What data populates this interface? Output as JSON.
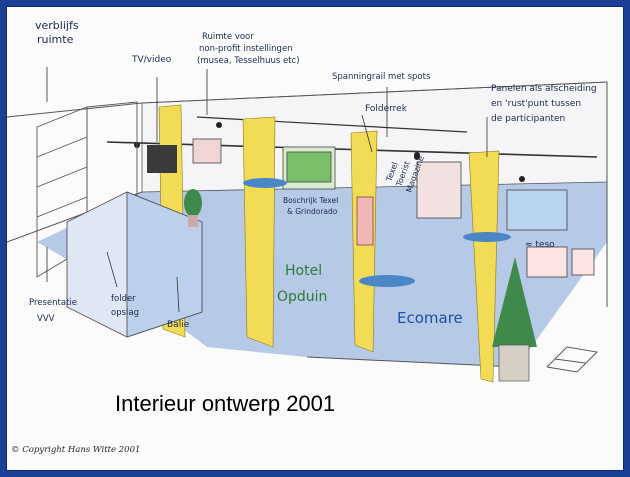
{
  "annotations": {
    "verblijfs_line1": "verblijfs",
    "verblijfs_line2": "ruimte",
    "tv_video": "TV/video",
    "ruimte_line1": "Ruimte voor",
    "ruimte_line2": "non-profit instellingen",
    "ruimte_line3": "(musea, Tesselhuus etc)",
    "spanningrail": "Spanningrail met spots",
    "folderrek": "Folderrek",
    "panelen_line1": "Panelen als afscheiding",
    "panelen_line2": "en 'rust'punt tussen",
    "panelen_line3": "de participanten",
    "presentatie_line1": "Presentatie",
    "presentatie_line2": "VVV",
    "folder_line1": "folder",
    "folder_line2": "opslag",
    "balie": "Balie",
    "boschrijk_line1": "Boschrijk Texel",
    "boschrijk_line2": "& Grindorado",
    "texel_line1": "Texel",
    "texel_line2": "Toerist",
    "texel_line3": "Magazine",
    "hotel": "Hotel",
    "opduin": "Opduin",
    "ecomare": "Ecomare",
    "teso": "≈ teso"
  },
  "caption": "Interieur ontwerp 2001",
  "copyright": "© Copyright Hans Witte 2001",
  "colors": {
    "frame": "#1a3f94",
    "floor_blue": "#9ab3dd",
    "panel_yellow": "#f3dc55",
    "tree_green": "#3f8a4a",
    "furniture_blue": "#4a87c6"
  }
}
